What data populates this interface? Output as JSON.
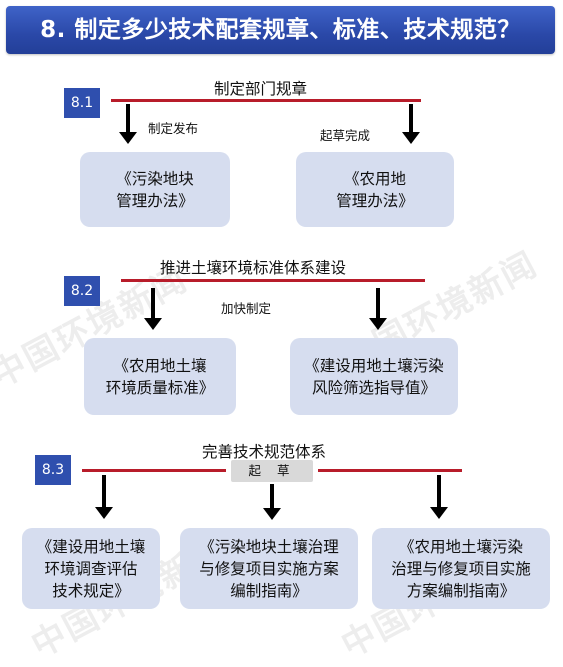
{
  "banner": {
    "title": "8. 制定多少技术配套规章、标准、技术规范？"
  },
  "sections": [
    {
      "label": "8.1",
      "title": "制定部门规章",
      "notes": [
        "制定发布",
        "起草完成"
      ],
      "cards": [
        "《污染地块\n管理办法》",
        "《农用地\n管理办法》"
      ]
    },
    {
      "label": "8.2",
      "title": "推进土壤环境标准体系建设",
      "notes": [
        "加快制定"
      ],
      "cards": [
        "《农用地土壤\n环境质量标准》",
        "《建设用地土壤污染\n风险筛选指导值》"
      ]
    },
    {
      "label": "8.3",
      "title": "完善技术规范体系",
      "draft": "起 草",
      "cards": [
        "《建设用地土壤\n环境调查评估\n技术规定》",
        "《污染地块土壤治理\n与修复项目实施方案\n编制指南》",
        "《农用地土壤污染\n治理与修复项目实施\n方案编制指南》"
      ]
    }
  ],
  "watermark": "中国环境新闻",
  "colors": {
    "banner": "#2a48a8",
    "label": "#2f4fae",
    "line": "#b81c2a",
    "card": "#d6ddef"
  }
}
